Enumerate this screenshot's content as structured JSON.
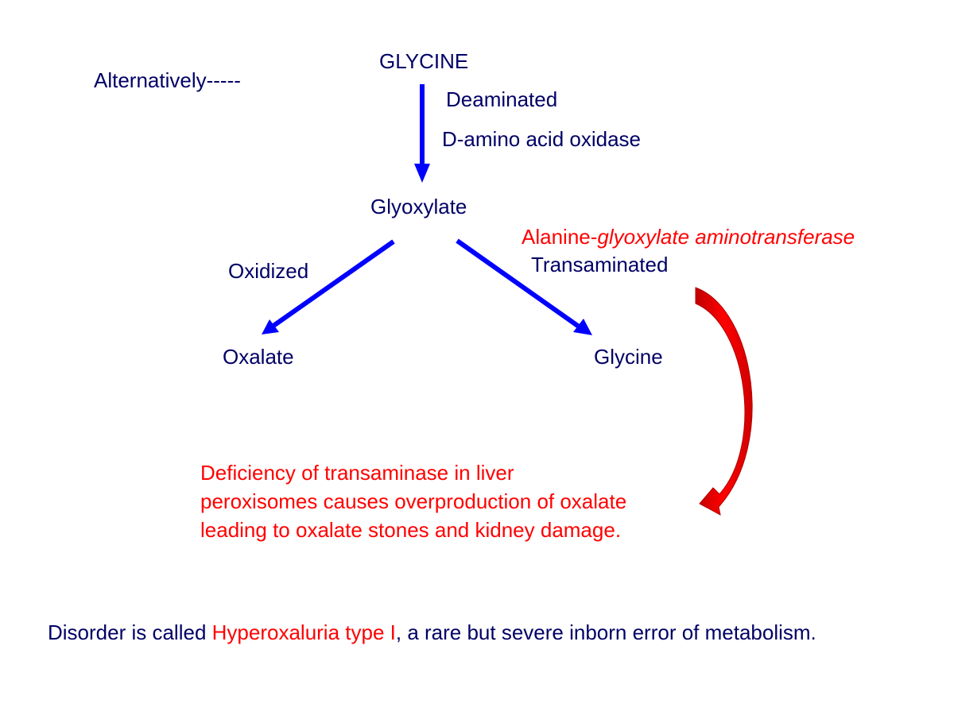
{
  "labels": {
    "alternatively": "Alternatively-----",
    "glycine_top": "GLYCINE",
    "deaminated": "Deaminated",
    "d_amino_acid_oxidase": "D-amino acid oxidase",
    "glyoxylate": "Glyoxylate",
    "enzyme_prefix": "Alanine-",
    "enzyme_italic": "glyoxylate aminotransferase",
    "transaminated": "Transaminated",
    "oxidized": "Oxidized",
    "oxalate": "Oxalate",
    "glycine_bottom": "Glycine"
  },
  "deficiency_lines": [
    "Deficiency of transaminase in liver",
    "peroxisomes causes overproduction of oxalate",
    "leading to oxalate stones and kidney damage."
  ],
  "footer": {
    "prefix": "Disorder is called ",
    "highlight": "Hyperoxaluria type I",
    "suffix": ", a rare but severe inborn error of metabolism."
  },
  "colors": {
    "text_navy": "#000066",
    "arrow_blue": "#0000ff",
    "accent_red": "#ff0000"
  }
}
